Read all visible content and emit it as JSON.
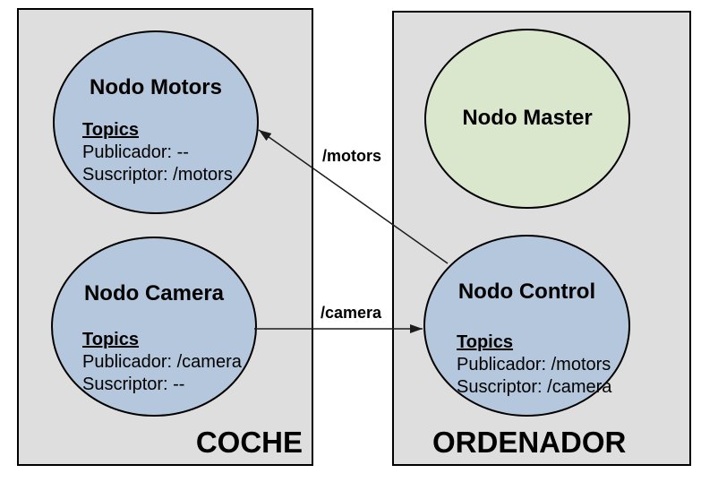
{
  "theme": {
    "bg": "#ffffff",
    "box_fill": "#dedede",
    "border": "#000000",
    "node_blue": "#b4c7dc",
    "node_green": "#dbe7cc",
    "text": "#000000"
  },
  "groups": [
    {
      "id": "coche",
      "label": "COCHE"
    },
    {
      "id": "ordenador",
      "label": "ORDENADOR"
    }
  ],
  "nodes": [
    {
      "id": "motors",
      "title": "Nodo Motors",
      "color": "blue",
      "topics_heading": "Topics",
      "publisher": "Publicador: --",
      "subscriber": "Suscriptor: /motors"
    },
    {
      "id": "camera",
      "title": "Nodo Camera",
      "color": "blue",
      "topics_heading": "Topics",
      "publisher": "Publicador: /camera",
      "subscriber": "Suscriptor: --"
    },
    {
      "id": "master",
      "title": "Nodo Master",
      "color": "green"
    },
    {
      "id": "control",
      "title": "Nodo Control",
      "color": "blue",
      "topics_heading": "Topics",
      "publisher": "Publicador: /motors",
      "subscriber": "Suscriptor: /camera"
    }
  ],
  "edges": [
    {
      "id": "motors-edge",
      "label": "/motors",
      "from": "Nodo Control",
      "to": "Nodo Motors"
    },
    {
      "id": "camera-edge",
      "label": "/camera",
      "from": "Nodo Camera",
      "to": "Nodo Control"
    }
  ]
}
